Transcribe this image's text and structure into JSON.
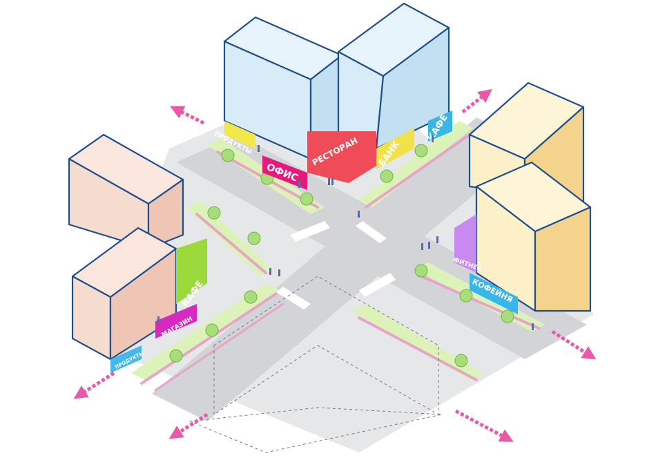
{
  "colors": {
    "ground": "#e3e4e6",
    "road": "#d2d3d6",
    "sidewalk": "#ededee",
    "green_strip": "#d8f0b0",
    "bike_lane": "#e8a8cc",
    "tree": "#a8dc7c",
    "arrow": "#e85aa8",
    "outline": "#1f4e8c",
    "glass_left": "#d7ecf7",
    "glass_right": "#c2e0f1",
    "pink_left": "#f6dbcf",
    "pink_right": "#efc6b5",
    "yellow_left": "#fbf0c8",
    "yellow_right": "#f4d48c"
  },
  "signs": {
    "produkty_top": "ПРОДУКТЫ",
    "ofis": "ОФИС",
    "restoran": "РЕСТОРАН",
    "bank": "БАНК",
    "kafe_top": "КАФЕ",
    "kafe_left": "КАФЕ",
    "magazin": "МАГАЗИН",
    "produkty_left": "ПРОДУКТЫ",
    "fitnes": "ФИТНЕС",
    "kofeynya": "КОФЕЙНЯ"
  },
  "sign_colors": {
    "produkty_top": "#f3e84a",
    "ofis": "#e8197e",
    "restoran": "#ef4b58",
    "bank": "#f1e24a",
    "kafe_top": "#3ab6e5",
    "kafe_left": "#9bd93a",
    "magazin": "#d728c0",
    "produkty_left": "#44b8ec",
    "fitnes": "#c98af0",
    "kofeynya": "#38b6ea"
  }
}
